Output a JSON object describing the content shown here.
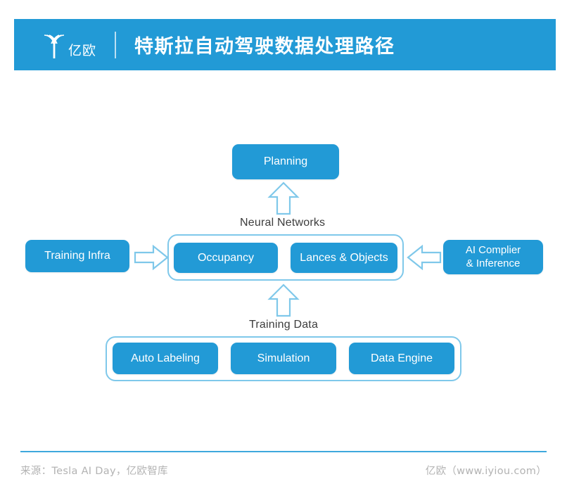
{
  "header": {
    "logo_icon": "yiou-fan-logo-icon",
    "logo_text": "亿欧",
    "title": "特斯拉自动驾驶数据处理路径",
    "bar_color": "#229ad6"
  },
  "diagram": {
    "node_color": "#229ad6",
    "group_border_color": "#7fc8ea",
    "arrow_color": "#7fc8ea",
    "label_color": "#3c3c3c",
    "nodes": [
      {
        "id": "planning",
        "label": "Planning"
      },
      {
        "id": "training-infra",
        "label": "Training Infra"
      },
      {
        "id": "ai-compiler",
        "label_line1": "AI Complier",
        "label_line2": "& Inference"
      },
      {
        "id": "occupancy",
        "label": "Occupancy"
      },
      {
        "id": "lanes",
        "label": "Lances & Objects"
      },
      {
        "id": "auto-labeling",
        "label": "Auto Labeling"
      },
      {
        "id": "simulation",
        "label": "Simulation"
      },
      {
        "id": "data-engine",
        "label": "Data Engine"
      }
    ],
    "group_labels": {
      "neural": "Neural Networks",
      "data": "Training Data"
    },
    "arrows": [
      {
        "id": "arrow-up-planning",
        "direction": "up"
      },
      {
        "id": "arrow-up-data",
        "direction": "up"
      },
      {
        "id": "arrow-right-infra",
        "direction": "right"
      },
      {
        "id": "arrow-left-ai",
        "direction": "left"
      }
    ]
  },
  "footer": {
    "source": "来源：Tesla AI Day，亿欧智库",
    "brand": "亿欧（www.iyiou.com）",
    "rule_color": "#3ea8dd"
  }
}
